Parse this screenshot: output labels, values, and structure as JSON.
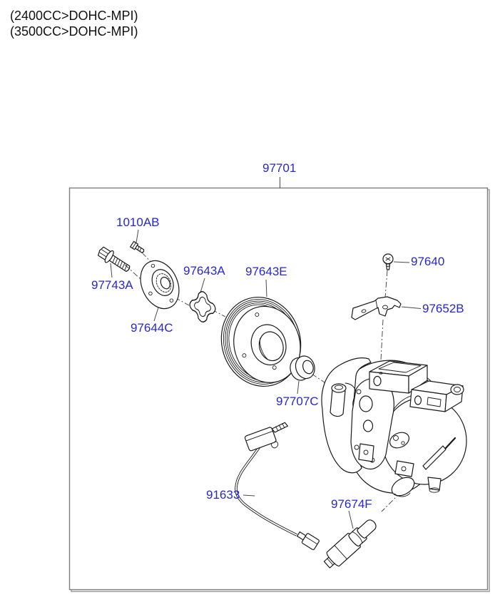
{
  "colors": {
    "part-number": "#2727CE",
    "drawing-line": "#1a1a1a",
    "leader-line": "#4a4a4a",
    "box-border": "#7d7d7d",
    "box-shadow": "#b5b5b5",
    "header-text": "#111111"
  },
  "header": {
    "engine_spec_1": "(2400CC>DOHC-MPI)",
    "engine_spec_2": "(3500CC>DOHC-MPI)"
  },
  "parts": {
    "compressor_assy": "97701",
    "bolt_small": "1010AB",
    "bolt_hex": "97743A",
    "hub_disc": "97644C",
    "snap_ring": "97643A",
    "pulley": "97643E",
    "screw": "97640",
    "bracket": "97652B",
    "bearing_cover": "97707C",
    "wire_harness": "91633",
    "control_valve": "97674F"
  }
}
